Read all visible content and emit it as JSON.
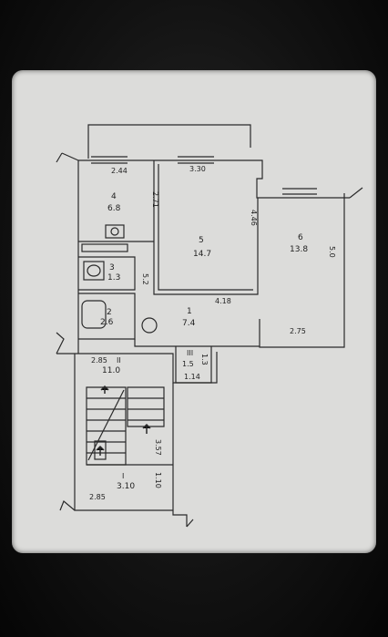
{
  "rooms": [
    {
      "id": "4",
      "area": "6.8"
    },
    {
      "id": "5",
      "area": "14.7"
    },
    {
      "id": "6",
      "area": "13.8"
    },
    {
      "id": "3",
      "area": "1.3"
    },
    {
      "id": "2",
      "area": "2.6"
    },
    {
      "id": "1",
      "area": "7.4"
    },
    {
      "id": "II",
      "area": "11.0"
    },
    {
      "id": "III",
      "area": "1.5"
    },
    {
      "id": "I",
      "area": "3.10"
    }
  ],
  "dimensions": {
    "d_244": "2.44",
    "d_330": "3.30",
    "d_271": "2.71",
    "d_446": "4.46",
    "d_50": "5.0",
    "d_52": "5.2",
    "d_418": "4.18",
    "d_275": "2.75",
    "d_285_top": "2.85",
    "d_114": "1.14",
    "d_13": "1.3",
    "d_357": "3.57",
    "d_110": "1.10",
    "d_285_bottom": "2.85"
  }
}
